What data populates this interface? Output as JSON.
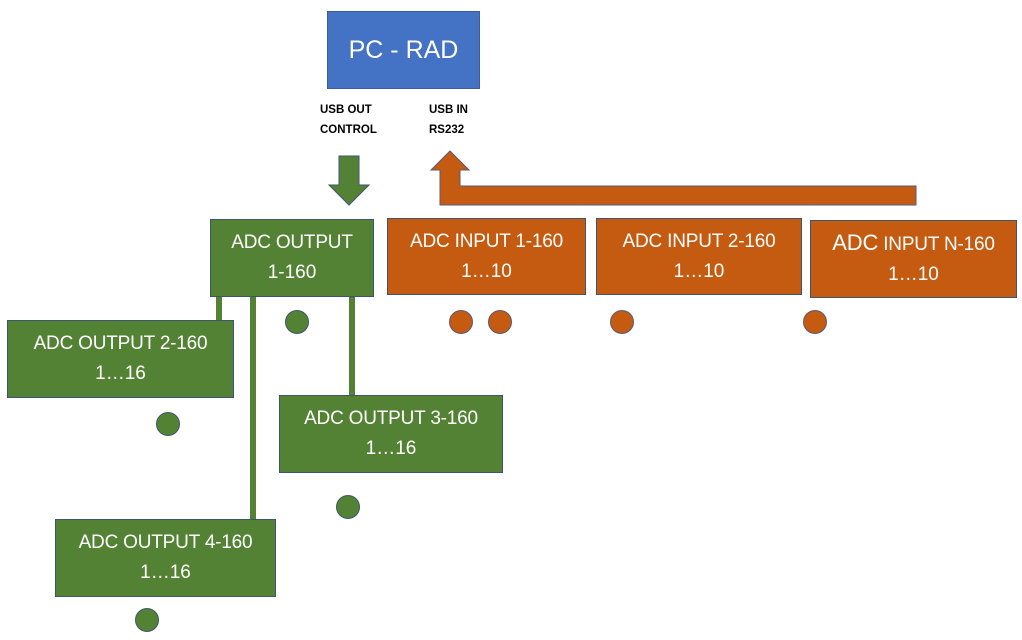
{
  "colors": {
    "output": "#548235",
    "input": "#c55a11",
    "pc": "#4472c4",
    "border": "#3e5570"
  },
  "pc": {
    "title": "PC - RAD"
  },
  "usb_out": {
    "line1": "USB OUT",
    "line2": "CONTROL"
  },
  "usb_in": {
    "line1": "USB IN",
    "line2": "RS232"
  },
  "outputs": [
    {
      "title": "ADC OUTPUT",
      "sub": "1-160"
    },
    {
      "title": "ADC OUTPUT 2-160",
      "sub": "1…16"
    },
    {
      "title": "ADC OUTPUT 3-160",
      "sub": "1…16"
    },
    {
      "title": "ADC OUTPUT 4-160",
      "sub": "1…16"
    }
  ],
  "inputs": [
    {
      "title": "ADC INPUT 1-160",
      "sub": "1…10"
    },
    {
      "title": "ADC INPUT 2-160",
      "sub": "1…10"
    },
    {
      "title_prefix": "ADC",
      "title": " INPUT N-160",
      "sub": "1…10"
    }
  ]
}
